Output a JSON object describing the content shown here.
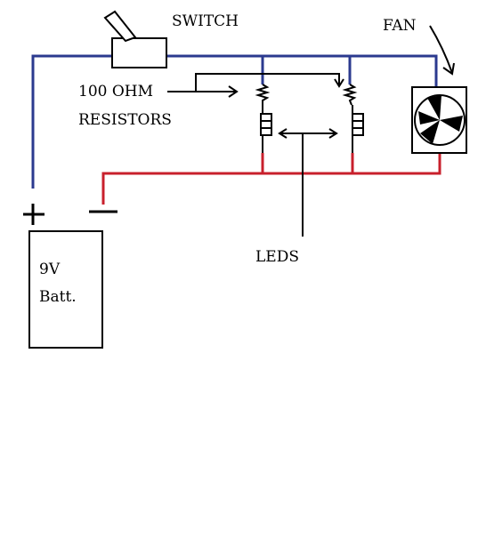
{
  "labels": {
    "switch": "SWITCH",
    "fan": "FAN",
    "resistor_value": "100 OHM",
    "resistors": "RESISTORS",
    "leds": "LEDS",
    "battery_voltage": "9V",
    "battery_name": "Batt."
  },
  "colors": {
    "positive_wire": "#2b3a8f",
    "negative_wire": "#c8202c",
    "ink": "#000000"
  }
}
